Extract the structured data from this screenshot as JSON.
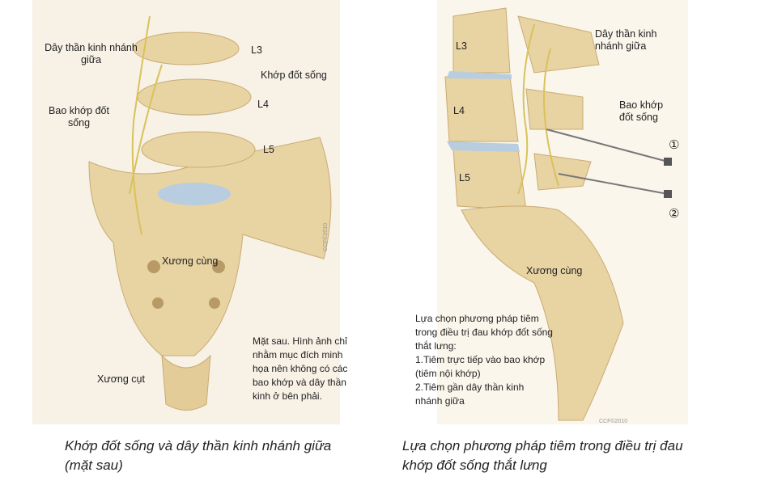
{
  "left_figure": {
    "labels": {
      "medial_branch": "Dây thần kinh nhánh giữa",
      "facet_joint": "Khớp đốt sống",
      "capsule": "Bao khớp đốt sống",
      "L3": "L3",
      "L4": "L4",
      "L5": "L5",
      "sacrum": "Xương cùng",
      "coccyx": "Xương cụt"
    },
    "note": "Mặt sau. Hình ảnh chỉ nhằm mục đích minh họa nên không có các bao khớp và dây thần kinh ở bên phải.",
    "copyright": "CCF©2010",
    "caption": "Khớp đốt sống và dây thần kinh nhánh giữa (mặt sau)"
  },
  "right_figure": {
    "labels": {
      "medial_branch": "Dây thần kinh nhánh giữa",
      "capsule": "Bao khớp đốt sống",
      "L3": "L3",
      "L4": "L4",
      "L5": "L5",
      "sacrum": "Xương cùng",
      "needle1": "①",
      "needle2": "②"
    },
    "note_title": "Lựa chọn phương pháp tiêm trong điều trị đau khớp đốt sống thắt lưng:",
    "note_items": [
      "1.Tiêm trực tiếp vào bao khớp (tiêm nội khớp)",
      "2.Tiêm gần dây thần kinh nhánh giữa"
    ],
    "copyright": "CCF©2010",
    "caption": "Lựa chọn phương pháp tiêm trong điều trị đau khớp đốt sống thắt lưng"
  },
  "colors": {
    "bone": "#e8d3a3",
    "bone_dark": "#c9ab72",
    "disc": "#b9cde0",
    "nerve": "#d9c25a",
    "panel": "#f7f1e6"
  }
}
